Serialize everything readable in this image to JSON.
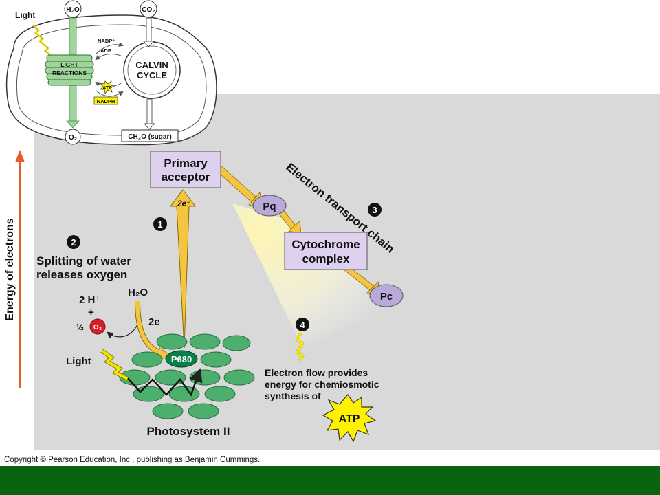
{
  "inset": {
    "light": "Light",
    "h2o": "H₂O",
    "co2": "CO₂",
    "nadp_plus": "NADP⁺",
    "adp": "ADP",
    "light_reactions_line1": "LIGHT",
    "light_reactions_line2": "REACTIONS",
    "calvin_line1": "CALVIN",
    "calvin_line2": "CYCLE",
    "atp": "ATP",
    "nadph": "NADPH",
    "o2": "O₂",
    "sugar": "CH₂O (sugar)"
  },
  "main": {
    "y_axis_label": "Energy of electrons",
    "primary_acceptor_line1": "Primary",
    "primary_acceptor_line2": "acceptor",
    "two_e_upper": "2e⁻",
    "step1": "1",
    "step2": "2",
    "step3": "3",
    "step4": "4",
    "splitting_line1": "Splitting of water",
    "splitting_line2": "releases oxygen",
    "two_h_plus": "2 H⁺",
    "plus_sign": "+",
    "half": "½",
    "o2": "O₂",
    "h2o": "H₂O",
    "two_e_lower": "2e⁻",
    "light": "Light",
    "p680": "P680",
    "photosystem": "Photosystem II",
    "pq": "Pq",
    "cytochrome_line1": "Cytochrome",
    "cytochrome_line2": "complex",
    "pc": "Pc",
    "etc_label": "Electron transport chain",
    "flow_line1": "Electron flow provides",
    "flow_line2": "energy for chemiosmotic",
    "flow_line3": "synthesis of",
    "atp": "ATP"
  },
  "copyright": "Copyright © Pearson Education, Inc., publishing as Benjamin Cummings.",
  "colors": {
    "panel_gray": "#d9d9d9",
    "box_fill": "#ddd1ee",
    "oval_fill": "#b9a9d8",
    "thylakoid_green": "#4caf6d",
    "p680_green": "#0b7f4a",
    "arrow_yellow": "#f5c542",
    "atp_yellow": "#fff200",
    "axis_orange": "#e85a2a",
    "o2_red": "#d51e2a",
    "footer_green": "#0a6311"
  }
}
